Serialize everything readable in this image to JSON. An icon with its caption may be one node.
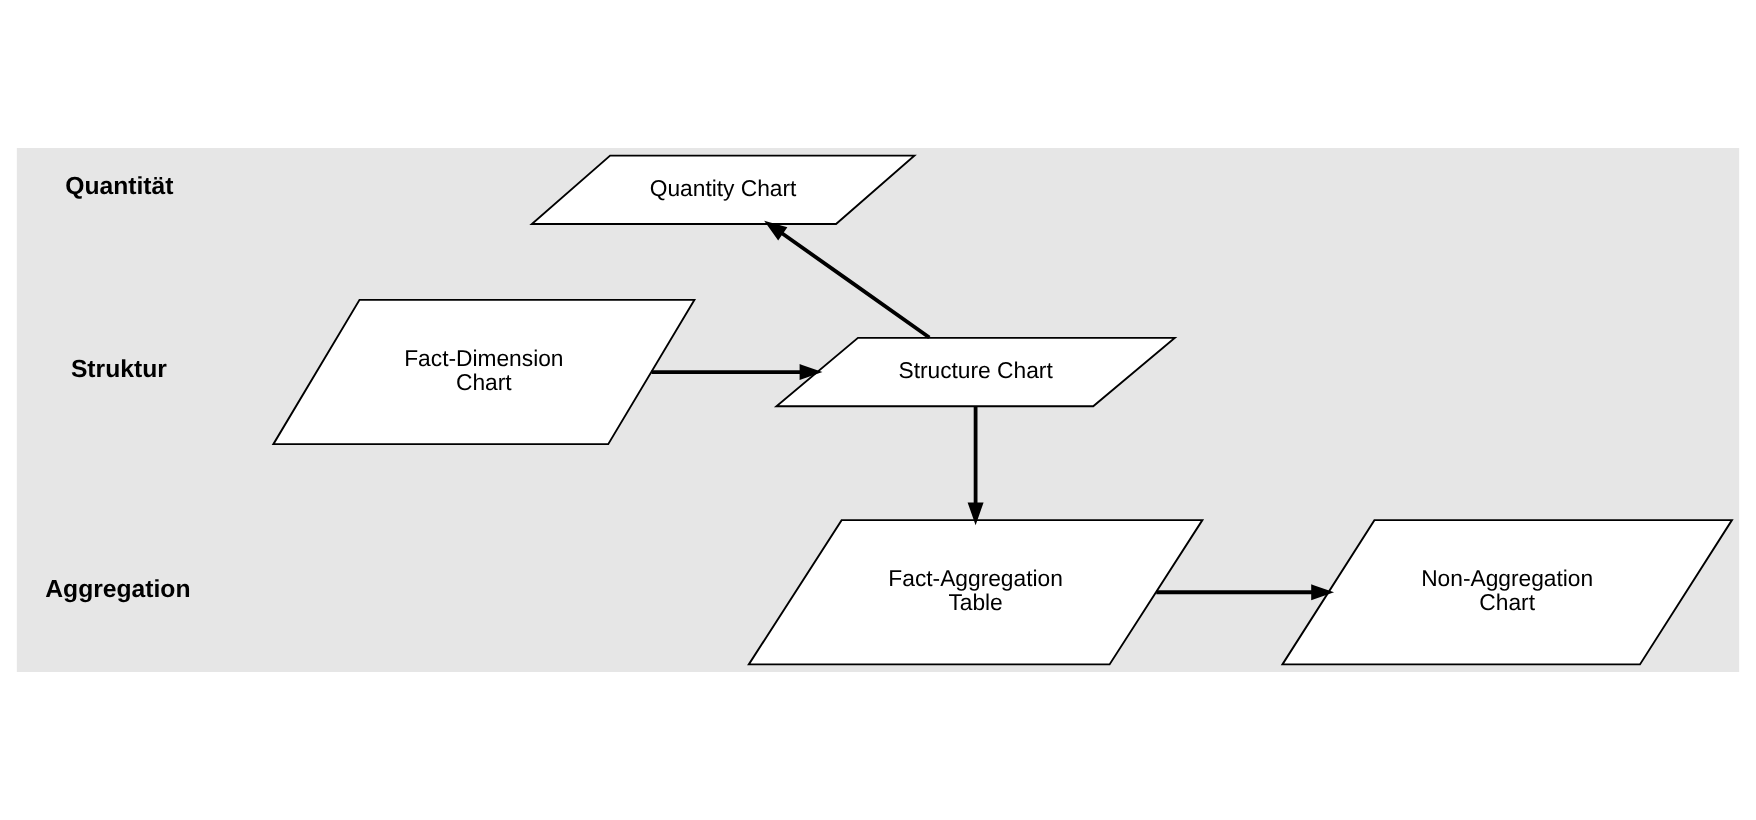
{
  "diagram": {
    "nodes": [
      {
        "text": [
          "Quantity Chart"
        ]
      },
      {
        "text": [
          "Fact-Dimension Chart"
        ]
      },
      {
        "text": [
          "Structure Chart"
        ]
      },
      {
        "text": [
          "Fact-Aggregation Table"
        ]
      },
      {
        "text": [
          "Non-Aggregation Chart"
        ]
      }
    ],
    "edges": [
      {
        "from": 1,
        "to": 2,
        "arrow": "to"
      },
      {
        "from": 2,
        "to": 0,
        "arrow": "to"
      },
      {
        "from": 2,
        "to": 3,
        "arrow": "to"
      },
      {
        "from": 3,
        "to": 4,
        "arrow": "to"
      }
    ],
    "labels": [
      "Quantität",
      "Struktur",
      "Aggregation"
    ]
  }
}
